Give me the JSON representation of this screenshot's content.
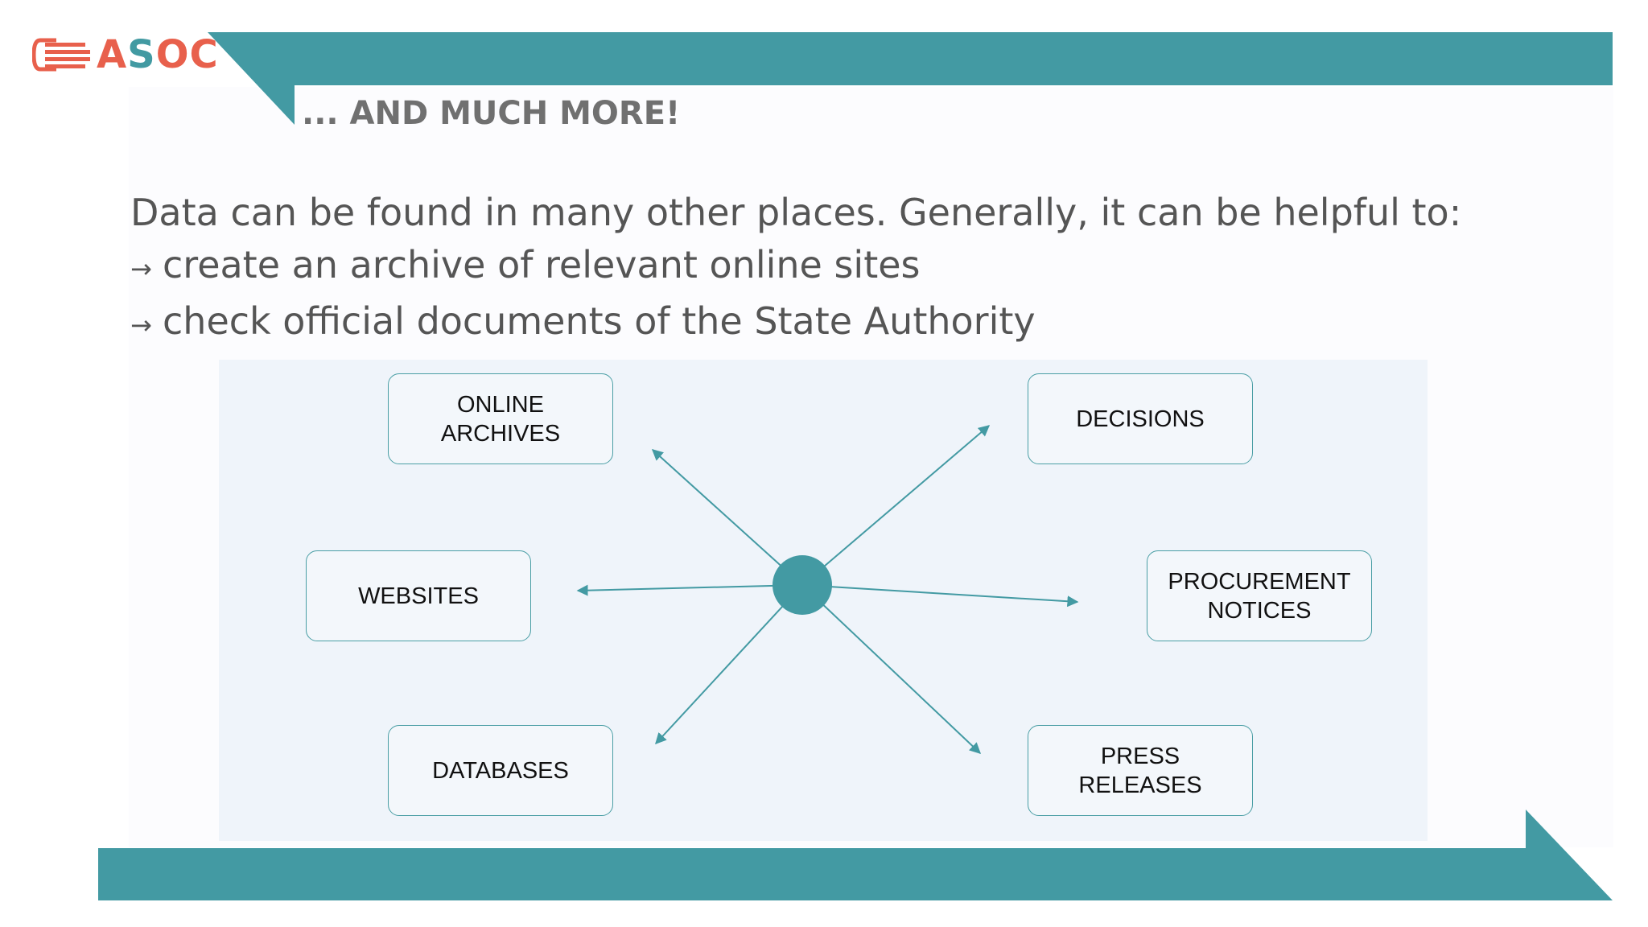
{
  "logo": {
    "text": "ASOC",
    "icon": "logo-book-icon"
  },
  "section_title": "... AND MUCH MORE!",
  "intro": {
    "text": "Data can be found in many other places. Generally, it can be helpful to:",
    "bullets": [
      {
        "marker": "→",
        "text": "create an archive of relevant online sites"
      },
      {
        "marker": "→",
        "text": "check official documents of the State Authority"
      }
    ]
  },
  "diagram": {
    "hub": "center-hub",
    "nodes": [
      {
        "id": "online-archives",
        "label": "ONLINE\nARCHIVES"
      },
      {
        "id": "decisions",
        "label": "DECISIONS"
      },
      {
        "id": "websites",
        "label": "WEBSITES"
      },
      {
        "id": "procurement-notices",
        "label": "PROCUREMENT\nNOTICES"
      },
      {
        "id": "databases",
        "label": "DATABASES"
      },
      {
        "id": "press-releases",
        "label": "PRESS\nRELEASES"
      }
    ]
  },
  "colors": {
    "teal": "#439aa3",
    "logo_red": "#e8604c",
    "title_gray": "#707070",
    "text_gray": "#555555",
    "panel_bg": "#eff4fa"
  }
}
